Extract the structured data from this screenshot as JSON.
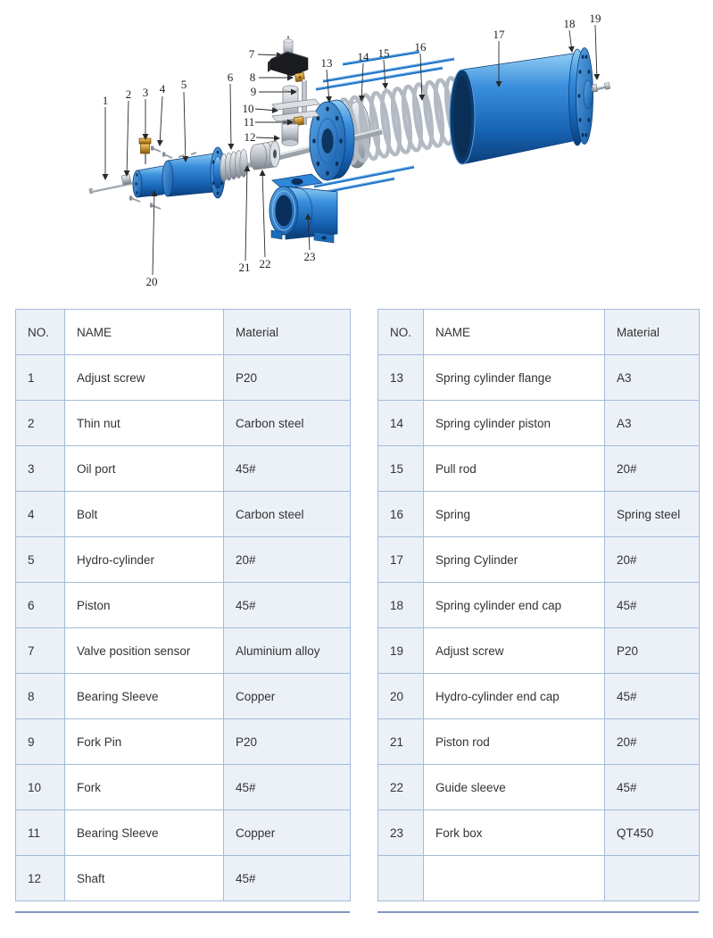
{
  "diagram": {
    "callouts": [
      "1",
      "2",
      "3",
      "4",
      "5",
      "6",
      "7",
      "8",
      "9",
      "10",
      "11",
      "12",
      "13",
      "14",
      "15",
      "16",
      "17",
      "18",
      "19",
      "20",
      "21",
      "22",
      "23"
    ]
  },
  "tables": {
    "left": {
      "headers": {
        "no": "NO.",
        "name": "NAME",
        "material": "Material"
      },
      "rows": [
        [
          "1",
          "Adjust screw",
          "P20"
        ],
        [
          "2",
          "Thin nut",
          "Carbon steel"
        ],
        [
          "3",
          "Oil port",
          "45#"
        ],
        [
          "4",
          "Bolt",
          "Carbon steel"
        ],
        [
          "5",
          "Hydro-cylinder",
          "20#"
        ],
        [
          "6",
          "Piston",
          "45#"
        ],
        [
          "7",
          "Valve position sensor",
          "Aluminium alloy"
        ],
        [
          "8",
          "Bearing Sleeve",
          "Copper"
        ],
        [
          "9",
          "Fork Pin",
          "P20"
        ],
        [
          "10",
          "Fork",
          "45#"
        ],
        [
          "11",
          "Bearing Sleeve",
          "Copper"
        ],
        [
          "12",
          "Shaft",
          "45#"
        ]
      ]
    },
    "right": {
      "headers": {
        "no": "NO.",
        "name": "NAME",
        "material": "Material"
      },
      "rows": [
        [
          "13",
          "Spring cylinder flange",
          "A3"
        ],
        [
          "14",
          "Spring cylinder piston",
          "A3"
        ],
        [
          "15",
          "Pull rod",
          "20#"
        ],
        [
          "16",
          "Spring",
          "Spring steel"
        ],
        [
          "17",
          "Spring Cylinder",
          "20#"
        ],
        [
          "18",
          "Spring cylinder end cap",
          "45#"
        ],
        [
          "19",
          "Adjust screw",
          "P20"
        ],
        [
          "20",
          "Hydro-cylinder end cap",
          "45#"
        ],
        [
          "21",
          "Piston rod",
          "20#"
        ],
        [
          "22",
          "Guide sleeve",
          "45#"
        ],
        [
          "23",
          "Fork box",
          "QT450"
        ],
        [
          "",
          "",
          ""
        ]
      ]
    }
  },
  "colors": {
    "part_blue": "#2e86d8",
    "part_blue_dark": "#0b3e78",
    "table_border": "#a4bad9",
    "table_shade": "#ecf1f8",
    "table_bottom_border": "#7e99c2",
    "text": "#333333",
    "callout_text": "#1c1c1c"
  }
}
